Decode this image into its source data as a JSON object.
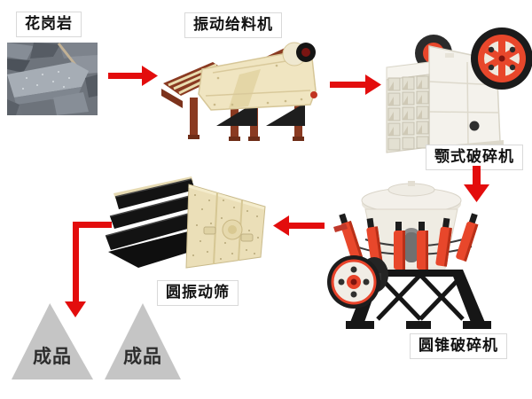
{
  "page": {
    "background": "#ffffff"
  },
  "flow": {
    "material": {
      "label": "花岗岩"
    },
    "feeder": {
      "label": "振动给料机"
    },
    "jaw": {
      "label": "颚式破碎机"
    },
    "cone": {
      "label": "圆锥破碎机"
    },
    "screen": {
      "label": "圆振动筛"
    },
    "products": [
      {
        "label": "成品"
      },
      {
        "label": "成品"
      }
    ],
    "colors": {
      "arrow_red": "#e30d0d",
      "label_border": "#d9d9d9",
      "label_text": "#111111",
      "machine_cream": "#f0e5c1",
      "machine_maroon": "#8a3a21",
      "machine_red": "#e8472b",
      "machine_white": "#f3f1ea",
      "machine_black": "#1a1a1a",
      "product_gray": "#c5c5c5",
      "granite_gray": "#a6adb5"
    }
  }
}
